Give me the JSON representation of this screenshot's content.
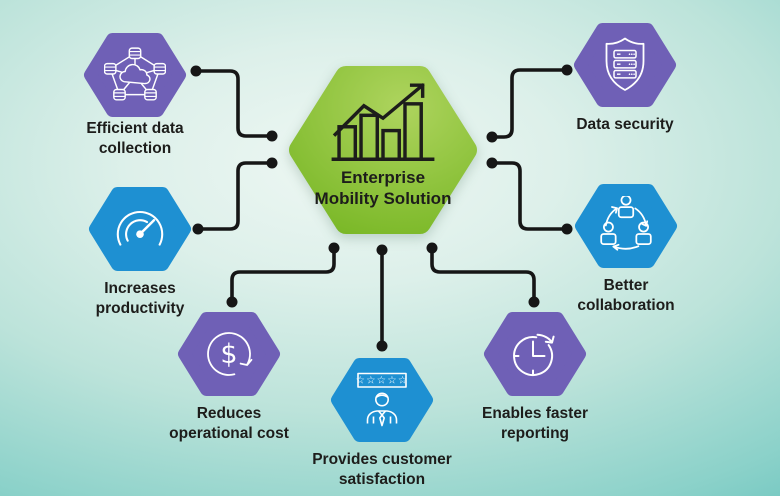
{
  "title": "Enterprise Mobility Solution",
  "center": {
    "label": "Enterprise\nMobility Solution",
    "icon": "growth-chart-icon"
  },
  "nodes": [
    {
      "id": "efficient-data-collection",
      "label": "Efficient data\ncollection",
      "icon": "cloud-network-icon",
      "color_name": "purple"
    },
    {
      "id": "increases-productivity",
      "label": "Increases\nproductivity",
      "icon": "speedometer-icon",
      "color_name": "blue"
    },
    {
      "id": "reduces-operational-cost",
      "label": "Reduces\noperational cost",
      "icon": "dollar-cycle-icon",
      "color_name": "purple",
      "currency_symbol": "$"
    },
    {
      "id": "provides-customer-satisfaction",
      "label": "Provides customer\nsatisfaction",
      "icon": "customer-rating-icon",
      "color_name": "blue",
      "rating_stars": "☆☆☆☆☆"
    },
    {
      "id": "enables-faster-reporting",
      "label": "Enables faster\nreporting",
      "icon": "clock-history-icon",
      "color_name": "purple"
    },
    {
      "id": "better-collaboration",
      "label": "Better\ncollaboration",
      "icon": "team-cycle-icon",
      "color_name": "blue"
    },
    {
      "id": "data-security",
      "label": "Data security",
      "icon": "shield-server-icon",
      "color_name": "purple"
    }
  ],
  "colors": {
    "purple": "#6f60b6",
    "blue": "#1e90d2",
    "green_light": "#aed45e",
    "green_dark": "#7ab827",
    "connector": "#161616",
    "icon_stroke": "#ffffff",
    "chart_icon": "#1d1d1b",
    "label_text": "#1d1d1b",
    "background_center": "#edf6f2",
    "background_edge": "#55bab6"
  }
}
